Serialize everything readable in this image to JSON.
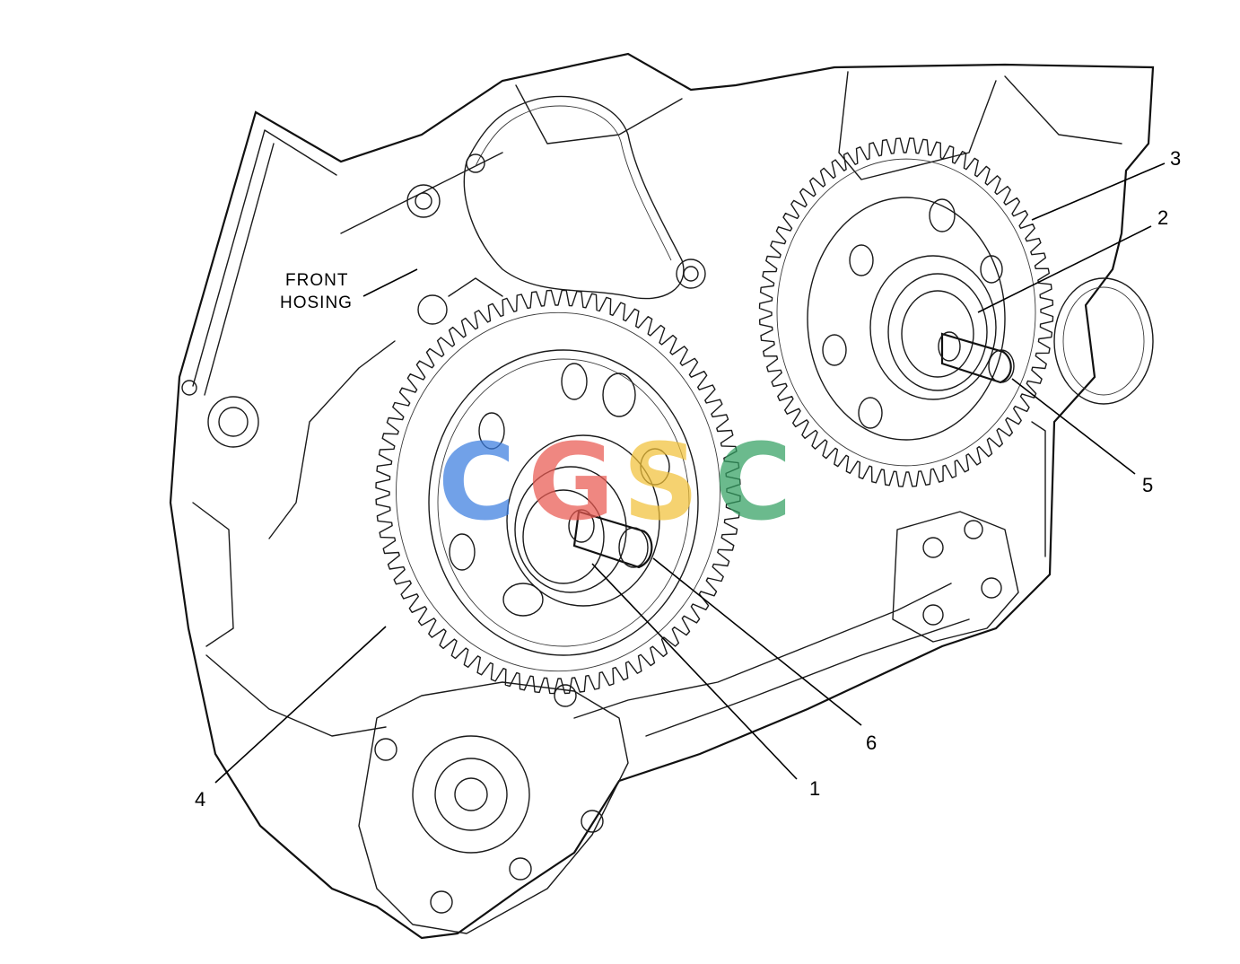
{
  "housing_label": {
    "line1": "FRONT",
    "line2": "HOSING"
  },
  "callouts": {
    "c1": "1",
    "c2": "2",
    "c3": "3",
    "c4": "4",
    "c5": "5",
    "c6": "6"
  },
  "watermark": {
    "letters": [
      "C",
      "G",
      "S",
      "C"
    ],
    "colors": [
      "#3b7de0",
      "#ea5a52",
      "#f2c23a",
      "#33a062"
    ]
  }
}
